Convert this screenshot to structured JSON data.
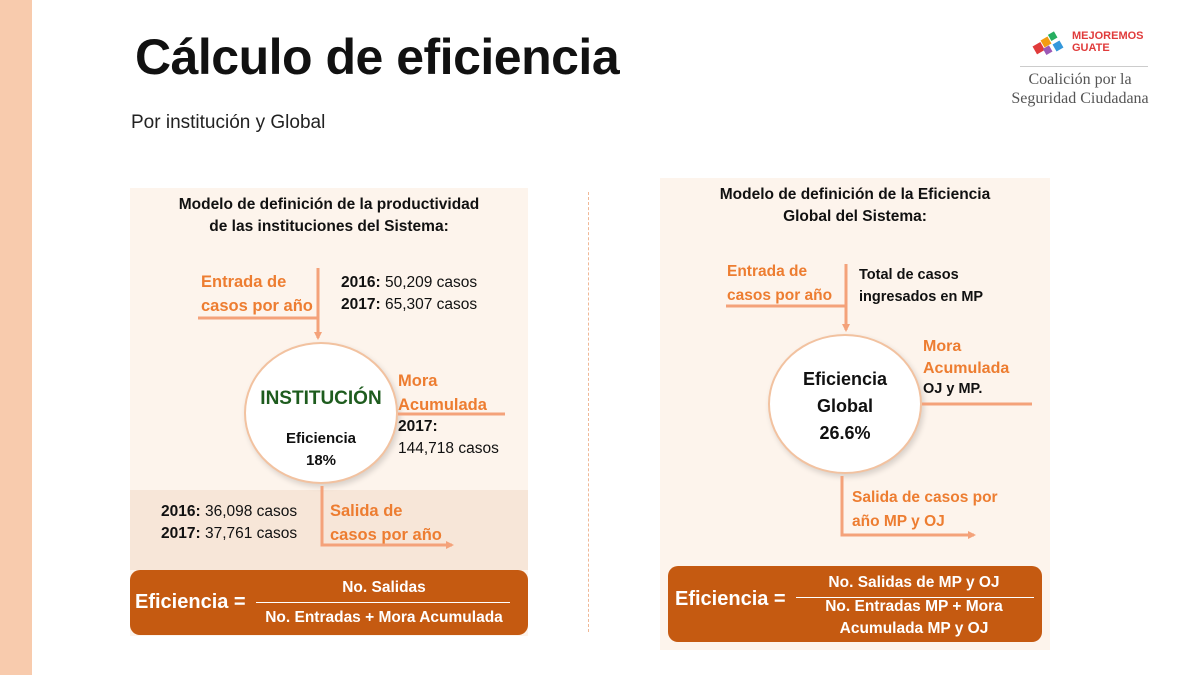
{
  "slide": {
    "title": "Cálculo de eficiencia",
    "subtitle": "Por institución y Global"
  },
  "logo": {
    "brand_line1": "MEJOREMOS",
    "brand_line2": "GUATE",
    "org_line1": "Coalición por la",
    "org_line2": "Seguridad Ciudadana"
  },
  "left_panel": {
    "title_line1": "Modelo de definición de la productividad",
    "title_line2": "de las instituciones del Sistema:",
    "entry_label_line1": "Entrada de",
    "entry_label_line2": "casos por año",
    "entry_2016_year": "2016:",
    "entry_2016_value": "50,209 casos",
    "entry_2017_year": "2017:",
    "entry_2017_value": "65,307 casos",
    "circle_title": "INSTITUCIÓN",
    "circle_label": "Eficiencia",
    "circle_value": "18%",
    "backlog_label_line1": "Mora",
    "backlog_label_line2": "Acumulada",
    "backlog_year": "2017:",
    "backlog_value": "144,718 casos",
    "exit_2016_year": "2016:",
    "exit_2016_value": "36,098 casos",
    "exit_2017_year": "2017:",
    "exit_2017_value": "37,761 casos",
    "exit_label_line1": "Salida de",
    "exit_label_line2": "casos por año",
    "formula_lhs": "Eficiencia =",
    "formula_numerator": "No. Salidas",
    "formula_denominator": "No. Entradas + Mora Acumulada"
  },
  "right_panel": {
    "title_line1": "Modelo de definición de la Eficiencia",
    "title_line2": "Global  del Sistema:",
    "entry_label_line1": "Entrada de",
    "entry_label_line2": "casos por año",
    "entry_desc_line1": "Total de casos",
    "entry_desc_line2": "ingresados en MP",
    "circle_label_line1": "Eficiencia",
    "circle_label_line2": "Global",
    "circle_value": "26.6%",
    "backlog_label_line1": "Mora",
    "backlog_label_line2": "Acumulada",
    "backlog_desc": "OJ y MP.",
    "exit_label_line1": "Salida de casos por",
    "exit_label_line2": "año MP y OJ",
    "formula_lhs": "Eficiencia =",
    "formula_numerator": "No. Salidas de MP y OJ",
    "formula_denominator_line1": "No. Entradas MP + Mora",
    "formula_denominator_line2": "Acumulada MP y OJ"
  },
  "colors": {
    "accent_orange": "#ed7d31",
    "formula_box": "#c55a11",
    "institution_green": "#1e5c1e",
    "side_bar": "#f8cbad",
    "panel_bg": "#fdf4ec"
  }
}
